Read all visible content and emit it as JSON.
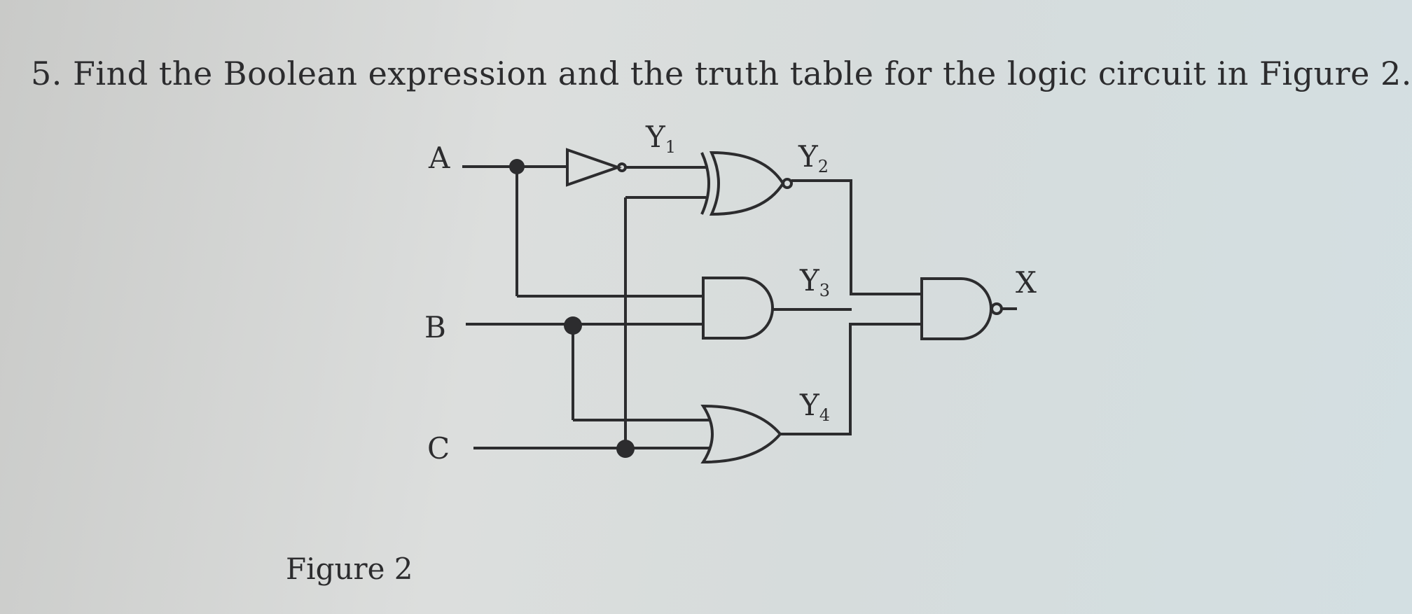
{
  "question": {
    "number": "5.",
    "text": "Find the Boolean expression and the truth table for the logic circuit in Figure 2."
  },
  "figure": {
    "caption": "Figure 2",
    "inputs": [
      "A",
      "B",
      "C"
    ],
    "output": "X",
    "nodes": [
      {
        "letter": "Y",
        "sub": "1"
      },
      {
        "letter": "Y",
        "sub": "2"
      },
      {
        "letter": "Y",
        "sub": "3"
      },
      {
        "letter": "Y",
        "sub": "4"
      }
    ],
    "gates": [
      "NOT",
      "XNOR",
      "AND",
      "OR",
      "NAND"
    ]
  }
}
